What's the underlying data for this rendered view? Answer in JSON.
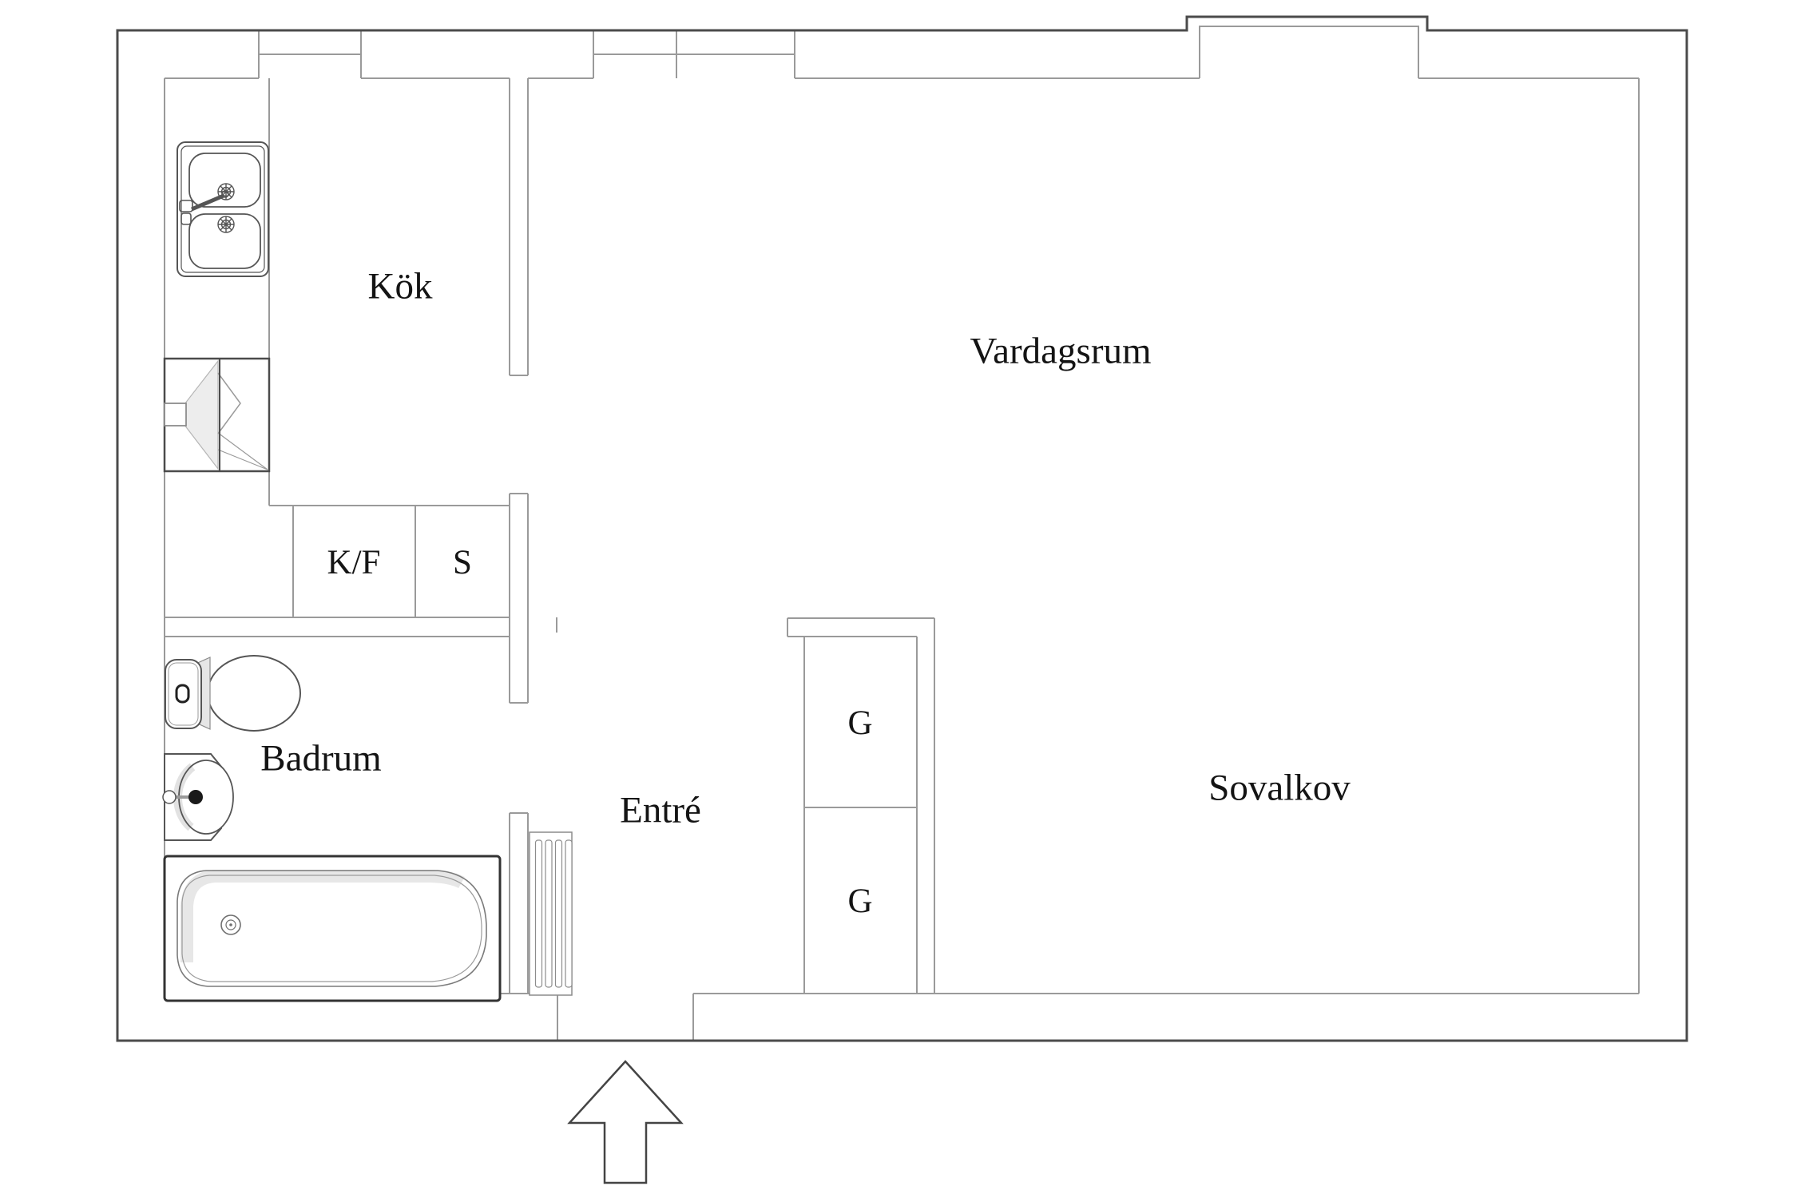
{
  "labels": {
    "kitchen": "Kök",
    "living_room": "Vardagsrum",
    "bathroom": "Badrum",
    "entrance": "Entré",
    "sleeping_alcove": "Sovalkov",
    "fridge_freezer": "K/F",
    "cabinet_s": "S",
    "wardrobe_upper": "G",
    "wardrobe_lower": "G"
  },
  "colors": {
    "outer_wall": "#4b4b4b",
    "inner_wall": "#9a9a9a",
    "fixture_dark": "#555555",
    "fixture_light": "#8c8c8c",
    "shading": "#e9e9e9",
    "label": "#141414",
    "background": "#ffffff"
  }
}
